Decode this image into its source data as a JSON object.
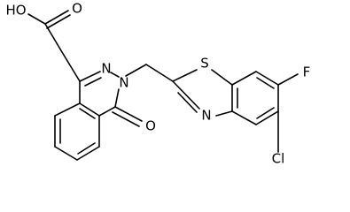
{
  "structure": {
    "atoms": {
      "oh": "HO",
      "o_carboxyl": "O",
      "n_upper": "N",
      "n_ring": "N",
      "o_ketone": "O",
      "s": "S",
      "n_thiazole": "N",
      "f": "F",
      "cl": "Cl"
    }
  }
}
